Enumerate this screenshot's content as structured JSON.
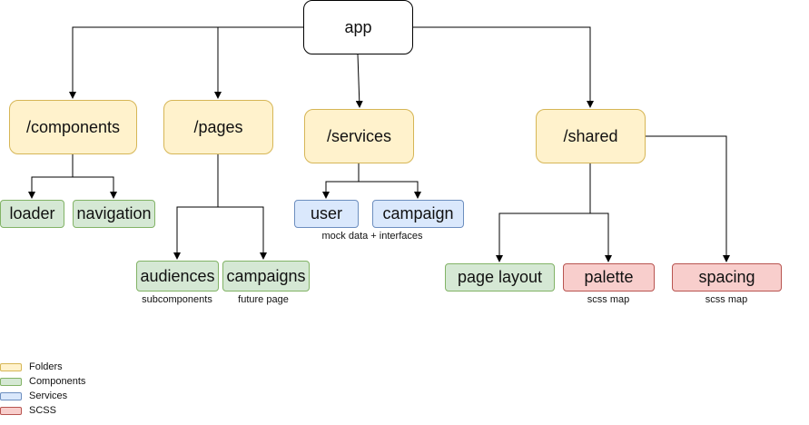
{
  "nodes": {
    "app": "app",
    "components": "/components",
    "pages": "/pages",
    "services": "/services",
    "shared": "/shared",
    "loader": "loader",
    "navigation": "navigation",
    "audiences": "audiences",
    "campaigns": "campaigns",
    "user": "user",
    "campaign": "campaign",
    "page_layout": "page layout",
    "palette": "palette",
    "spacing": "spacing"
  },
  "notes": {
    "services": "mock data + interfaces",
    "audiences": "subcomponents",
    "campaigns": "future page",
    "palette": "scss map",
    "spacing": "scss map"
  },
  "legend": [
    {
      "label": "Folders",
      "fill": "#fff2cc",
      "stroke": "#d6b656"
    },
    {
      "label": "Components",
      "fill": "#d5e8d4",
      "stroke": "#82b366"
    },
    {
      "label": "Services",
      "fill": "#dae8fc",
      "stroke": "#6c8ebf"
    },
    {
      "label": "SCSS",
      "fill": "#f8cecc",
      "stroke": "#b85450"
    }
  ]
}
